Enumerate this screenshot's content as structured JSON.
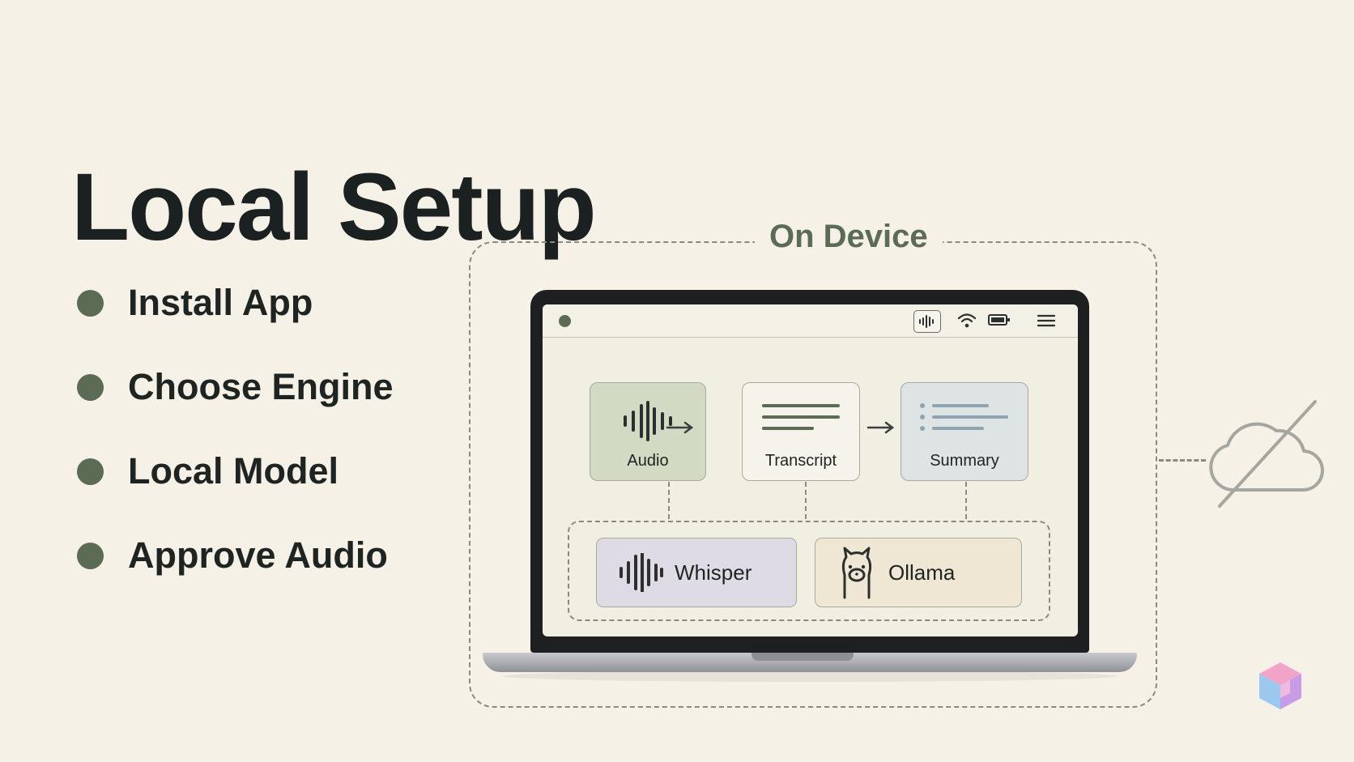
{
  "title": "Local Setup",
  "steps": [
    {
      "label": "Install App"
    },
    {
      "label": "Choose Engine"
    },
    {
      "label": "Local Model"
    },
    {
      "label": "Approve Audio"
    }
  ],
  "device": {
    "label": "On Device",
    "pipeline": [
      {
        "label": "Audio",
        "icon": "waveform-icon"
      },
      {
        "label": "Transcript",
        "icon": "text-lines-icon"
      },
      {
        "label": "Summary",
        "icon": "list-icon"
      }
    ],
    "engines": [
      {
        "label": "Whisper",
        "icon": "waveform-icon"
      },
      {
        "label": "Ollama",
        "icon": "llama-icon"
      }
    ],
    "menubar_icons": [
      "waveform-icon",
      "wifi-icon",
      "battery-icon",
      "menu-icon"
    ]
  },
  "cloud": {
    "icon": "cloud-off-icon"
  },
  "colors": {
    "background": "#f5f1e6",
    "accent_green": "#5c6b53",
    "audio_card": "#d2dac4",
    "summary_card": "#dde4e3",
    "whisper_card": "#dfdbe4",
    "ollama_card": "#efe6d4"
  }
}
